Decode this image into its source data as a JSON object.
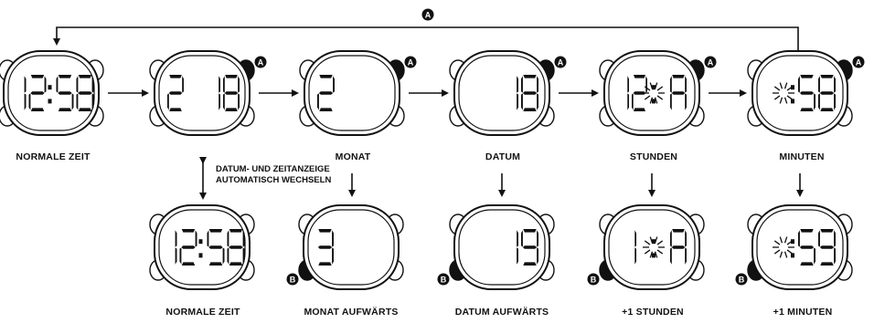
{
  "loop_label": "A",
  "button_a_label": "A",
  "button_b_label": "B",
  "top_row": [
    {
      "digits": "12:58",
      "caption": "NORMALE ZEIT"
    },
    {
      "digits": "2 18",
      "caption": ""
    },
    {
      "digits": "2",
      "caption": "MONAT"
    },
    {
      "digits": "18",
      "caption": "DATUM"
    },
    {
      "digits": "12: A",
      "caption": "STUNDEN"
    },
    {
      "digits": ":58",
      "caption": "MINUTEN"
    }
  ],
  "bottom_row": [
    {
      "digits": "12:58",
      "caption": "NORMALE ZEIT"
    },
    {
      "digits": "3",
      "caption": "MONAT AUFWÄRTS"
    },
    {
      "digits": "19",
      "caption": "DATUM AUFWÄRTS"
    },
    {
      "digits": "1: A",
      "caption": "+1 STUNDEN"
    },
    {
      "digits": ":59",
      "caption": "+1 MINUTEN"
    }
  ],
  "auto_note": {
    "line1": "DATUM- UND ZEITANZEIGE",
    "line2": "AUTOMATISCH WECHSELN"
  }
}
